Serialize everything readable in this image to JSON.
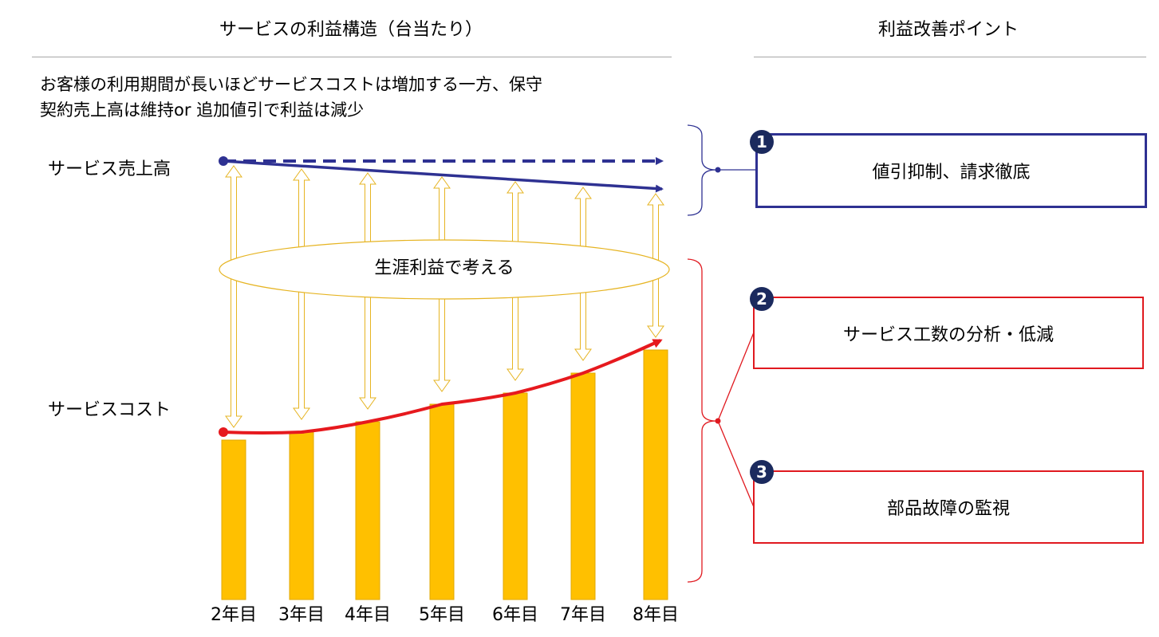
{
  "left_header": "サービスの利益構造（台当たり）",
  "right_header": "利益改善ポイント",
  "description_line1": "お客様の利用期間が長いほどサービスコストは増加する一方、保守",
  "description_line2": "契約売上高は維持or 追加値引で利益は減少",
  "sales_label": "サービス売上高",
  "cost_label": "サービスコスト",
  "ellipse_label": "生涯利益で考える",
  "colors": {
    "bar": "#ffc000",
    "bar_outline": "#e0a800",
    "sales_line": "#2e3192",
    "cost_line": "#e6191e",
    "badge": "#1b2a5e"
  },
  "chart_data": {
    "type": "bar",
    "categories": [
      "2年目",
      "3年目",
      "4年目",
      "5年目",
      "6年目",
      "7年目",
      "8年目"
    ],
    "cost_values": [
      200,
      210,
      223,
      245,
      259,
      284,
      313
    ],
    "sales_flat": [
      550,
      550,
      550,
      550,
      550,
      550,
      550
    ],
    "sales_declining": [
      550,
      546,
      541,
      536,
      530,
      523,
      515
    ]
  },
  "points": [
    {
      "number": "1",
      "label": "値引抑制、請求徹底"
    },
    {
      "number": "2",
      "label": "サービス工数の分析・低減"
    },
    {
      "number": "3",
      "label": "部品故障の監視"
    }
  ]
}
